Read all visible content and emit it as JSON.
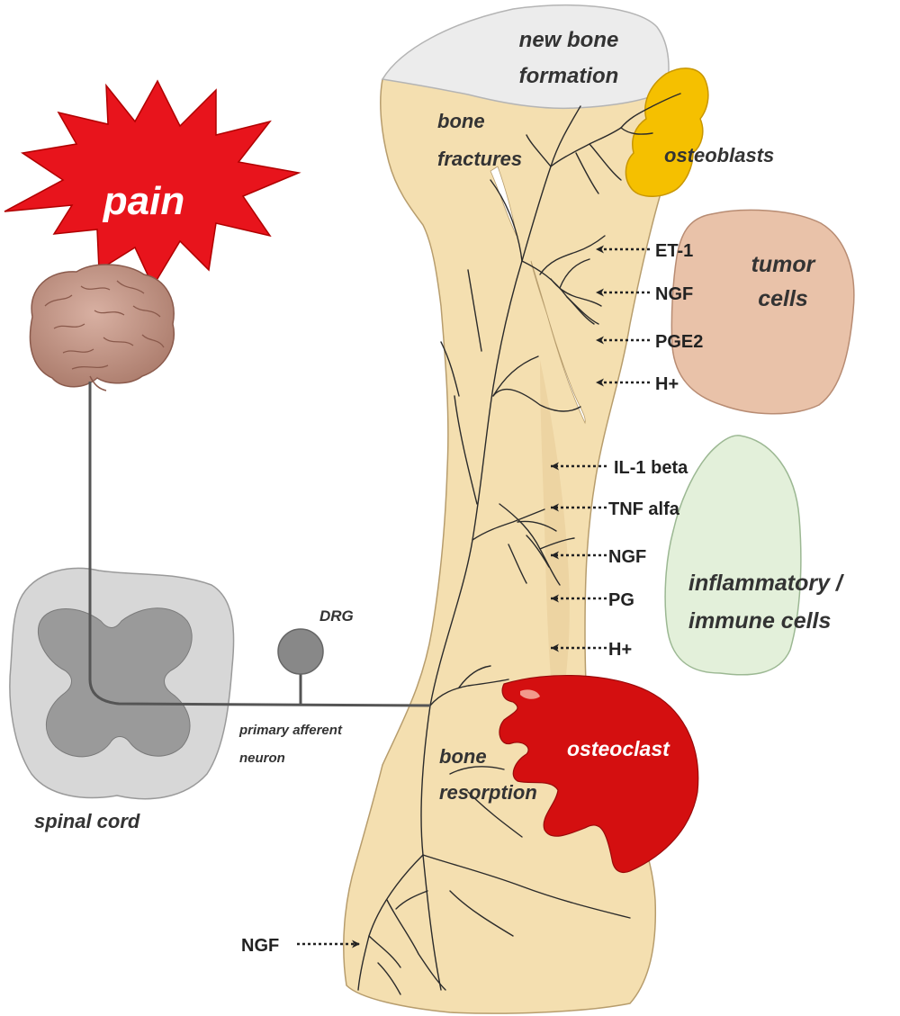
{
  "labels": {
    "pain": "pain",
    "new_bone_formation_line1": "new bone",
    "new_bone_formation_line2": "formation",
    "bone_fractures_line1": "bone",
    "bone_fractures_line2": "fractures",
    "osteoblasts": "osteoblasts",
    "tumor_cells_line1": "tumor",
    "tumor_cells_line2": "cells",
    "inflammatory_line1": "inflammatory /",
    "inflammatory_line2": "immune cells",
    "osteoclast": "osteoclast",
    "bone_resorption_line1": "bone",
    "bone_resorption_line2": "resorption",
    "drg": "DRG",
    "primary_afferent_line1": "primary afferent",
    "primary_afferent_line2": "neuron",
    "spinal_cord": "spinal cord"
  },
  "mediators": {
    "tumor": [
      "ET-1",
      "NGF",
      "PGE2",
      "H+"
    ],
    "inflammatory": [
      "IL-1 beta",
      "TNF alfa",
      "NGF",
      "PG",
      "H+"
    ],
    "bottom": "NGF"
  },
  "colors": {
    "pain_burst": "#e8141c",
    "brain": "#c89a8a",
    "bone": "#f4dfb0",
    "new_bone": "#ececec",
    "osteoblasts": "#f5c000",
    "tumor_cells": "#e9c2a9",
    "inflammatory_cells": "#e3f0da",
    "osteoclast": "#d40f10",
    "spinal_outer": "#d7d7d7",
    "spinal_inner": "#9a9a9a",
    "drg": "#888888"
  }
}
